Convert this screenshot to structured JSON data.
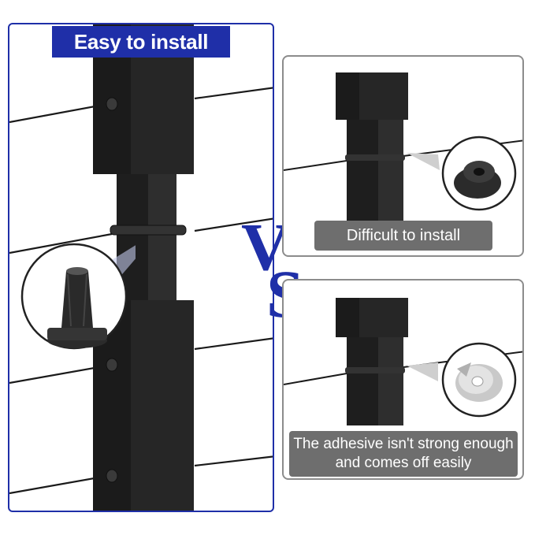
{
  "left": {
    "label": "Easy to install"
  },
  "right_top": {
    "label": "Difficult to install"
  },
  "right_bottom": {
    "label": "The adhesive isn't strong enough and comes off easily"
  },
  "vs": {
    "v": "V",
    "s": "S"
  },
  "colors": {
    "brand_blue": "#1f2fa8",
    "caption_grey": "#6e6e6e",
    "post": "#262626",
    "panel_border": "#8c8c8c"
  }
}
